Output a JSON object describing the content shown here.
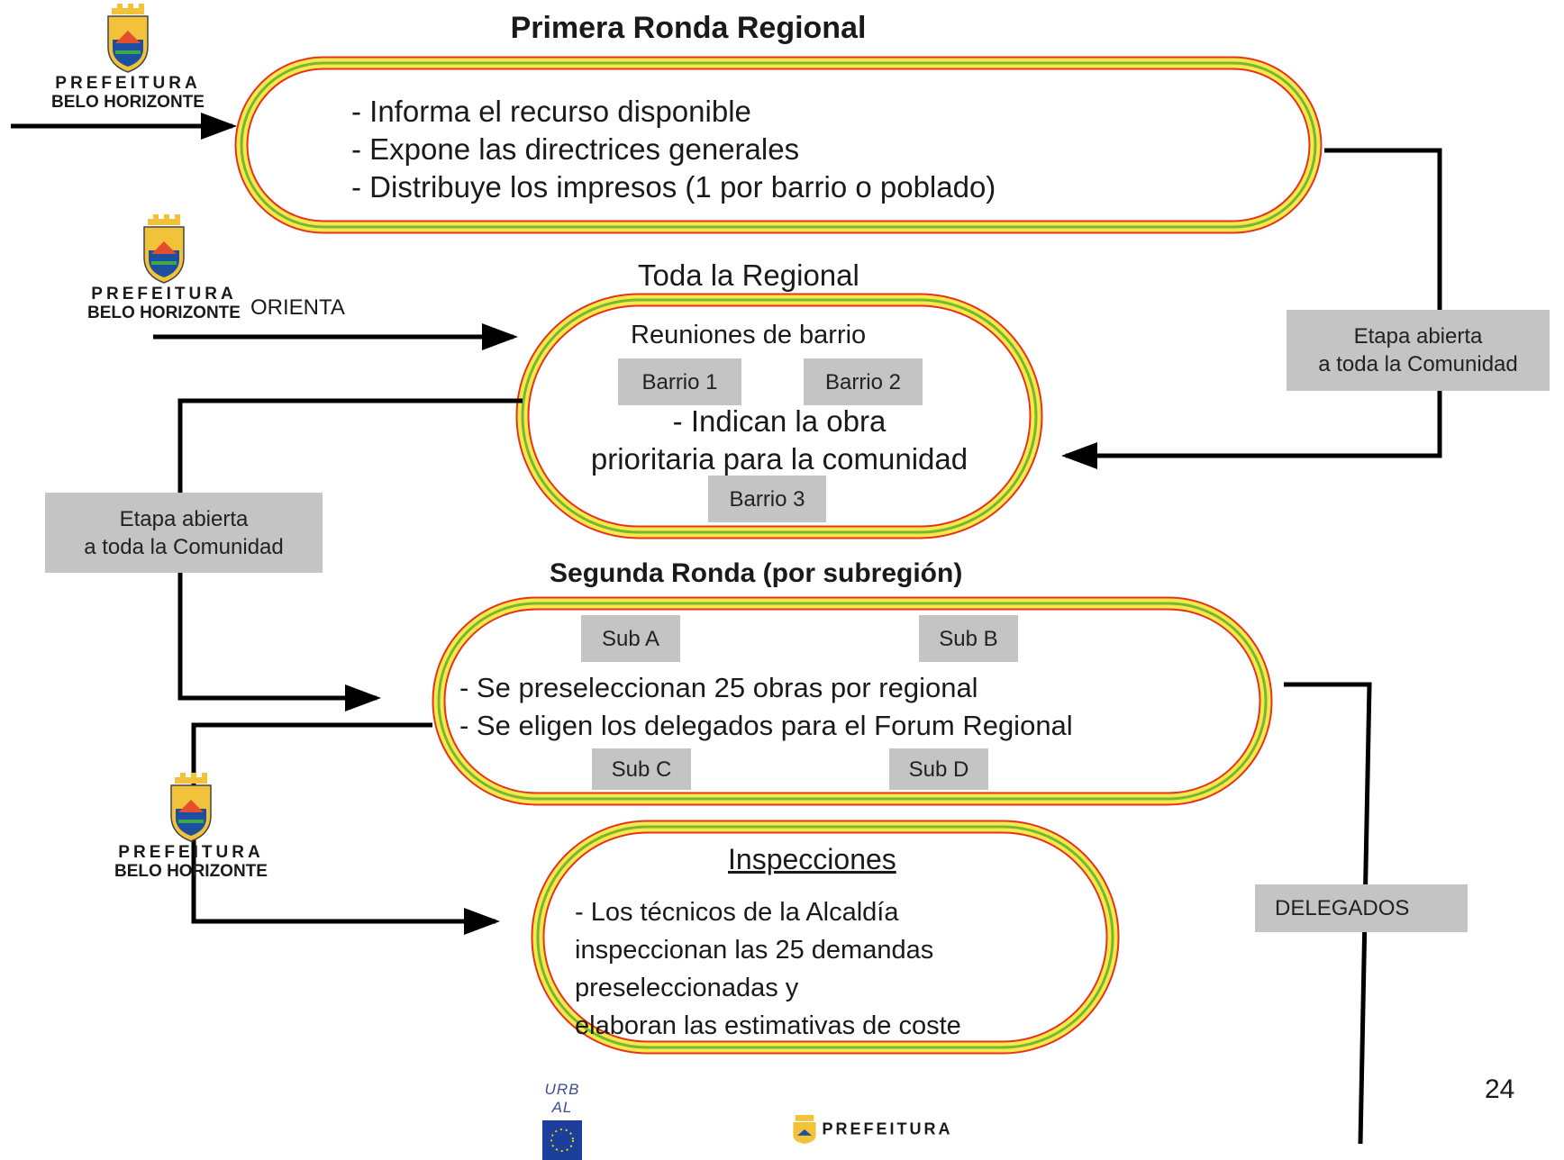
{
  "title_top": "Primera Ronda Regional",
  "round1": {
    "items": [
      "- Informa el recurso disponible",
      "- Expone las directrices generales",
      "- Distribuye los impresos (1 por barrio o poblado)"
    ]
  },
  "regional": {
    "label": "Toda la Regional",
    "heading": "Reuniones de barrio",
    "barrios": [
      "Barrio 1",
      "Barrio 2",
      "Barrio 3"
    ],
    "text": [
      "- Indican la obra",
      "prioritaria para la comunidad"
    ]
  },
  "orienta_label": "ORIENTA",
  "etapa_right": [
    "Etapa abierta",
    "a toda la Comunidad"
  ],
  "etapa_left": [
    "Etapa abierta",
    "a toda la Comunidad"
  ],
  "round2": {
    "title": "Segunda Ronda (por subregión)",
    "subs": [
      "Sub A",
      "Sub B",
      "Sub C",
      "Sub D"
    ],
    "items": [
      "- Se preseleccionan 25 obras por regional",
      "- Se eligen los delegados para el Forum Regional"
    ]
  },
  "inspecciones": {
    "title": "Inspecciones",
    "text": [
      "- Los técnicos de la Alcaldía",
      "inspeccionan las 25 demandas",
      "preseleccionadas y",
      "elaboran las estimativas de coste"
    ]
  },
  "delegados_label": "DELEGADOS",
  "page_number": "24",
  "logo": {
    "line1": "PREFEITURA",
    "line2": "BELO HORIZONTE"
  },
  "footer": {
    "urbal": "URB AL",
    "prefeitura": "PREFEITURA"
  },
  "colors": {
    "ring_yellow": "#f5ea4a",
    "ring_green": "#78b636",
    "ring_edge": "#e8321e",
    "label_box": "#c4c4c4"
  }
}
